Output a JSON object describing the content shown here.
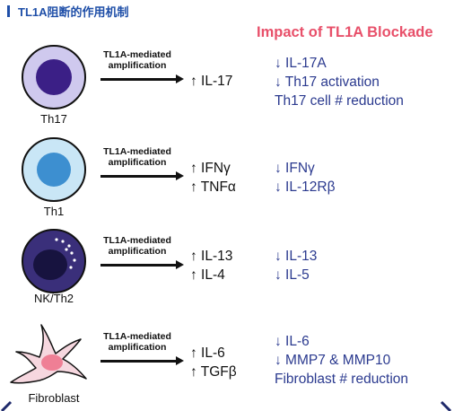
{
  "header": {
    "title": "TL1A阻断的作用机制"
  },
  "impact_title": "Impact of TL1A Blockade",
  "amplification_label": [
    "TL1A-mediated",
    "amplification"
  ],
  "rows": [
    {
      "cell": "Th17",
      "effects": [
        "↑ IL-17"
      ],
      "impacts": [
        "↓ IL-17A",
        "↓ Th17 activation",
        "Th17 cell # reduction"
      ]
    },
    {
      "cell": "Th1",
      "effects": [
        "↑ IFNγ",
        "↑ TNFα"
      ],
      "impacts": [
        "↓ IFNγ",
        "↓ IL-12Rβ"
      ]
    },
    {
      "cell": "NK/Th2",
      "effects": [
        "↑ IL-13",
        "↑ IL-4"
      ],
      "impacts": [
        "↓ IL-13",
        "↓ IL-5"
      ]
    },
    {
      "cell": "Fibroblast",
      "effects": [
        "↑ IL-6",
        "↑ TGFβ"
      ],
      "impacts": [
        "↓ IL-6",
        "↓ MMP7 & MMP10",
        "Fibroblast # reduction"
      ]
    }
  ],
  "colors": {
    "header": "#1f4fa8",
    "impact_title": "#e8506a",
    "impact_text": "#2b3a8f",
    "th17_outer": "#cfc9ee",
    "th17_inner": "#3b1f86",
    "th1_outer": "#c9e6f6",
    "th1_inner": "#3d8fd0",
    "nk_outer": "#3a2f7a",
    "nk_inner": "#17133f",
    "fibroblast": "#f6d7df",
    "fibroblast_nucleus": "#ef7f95"
  }
}
